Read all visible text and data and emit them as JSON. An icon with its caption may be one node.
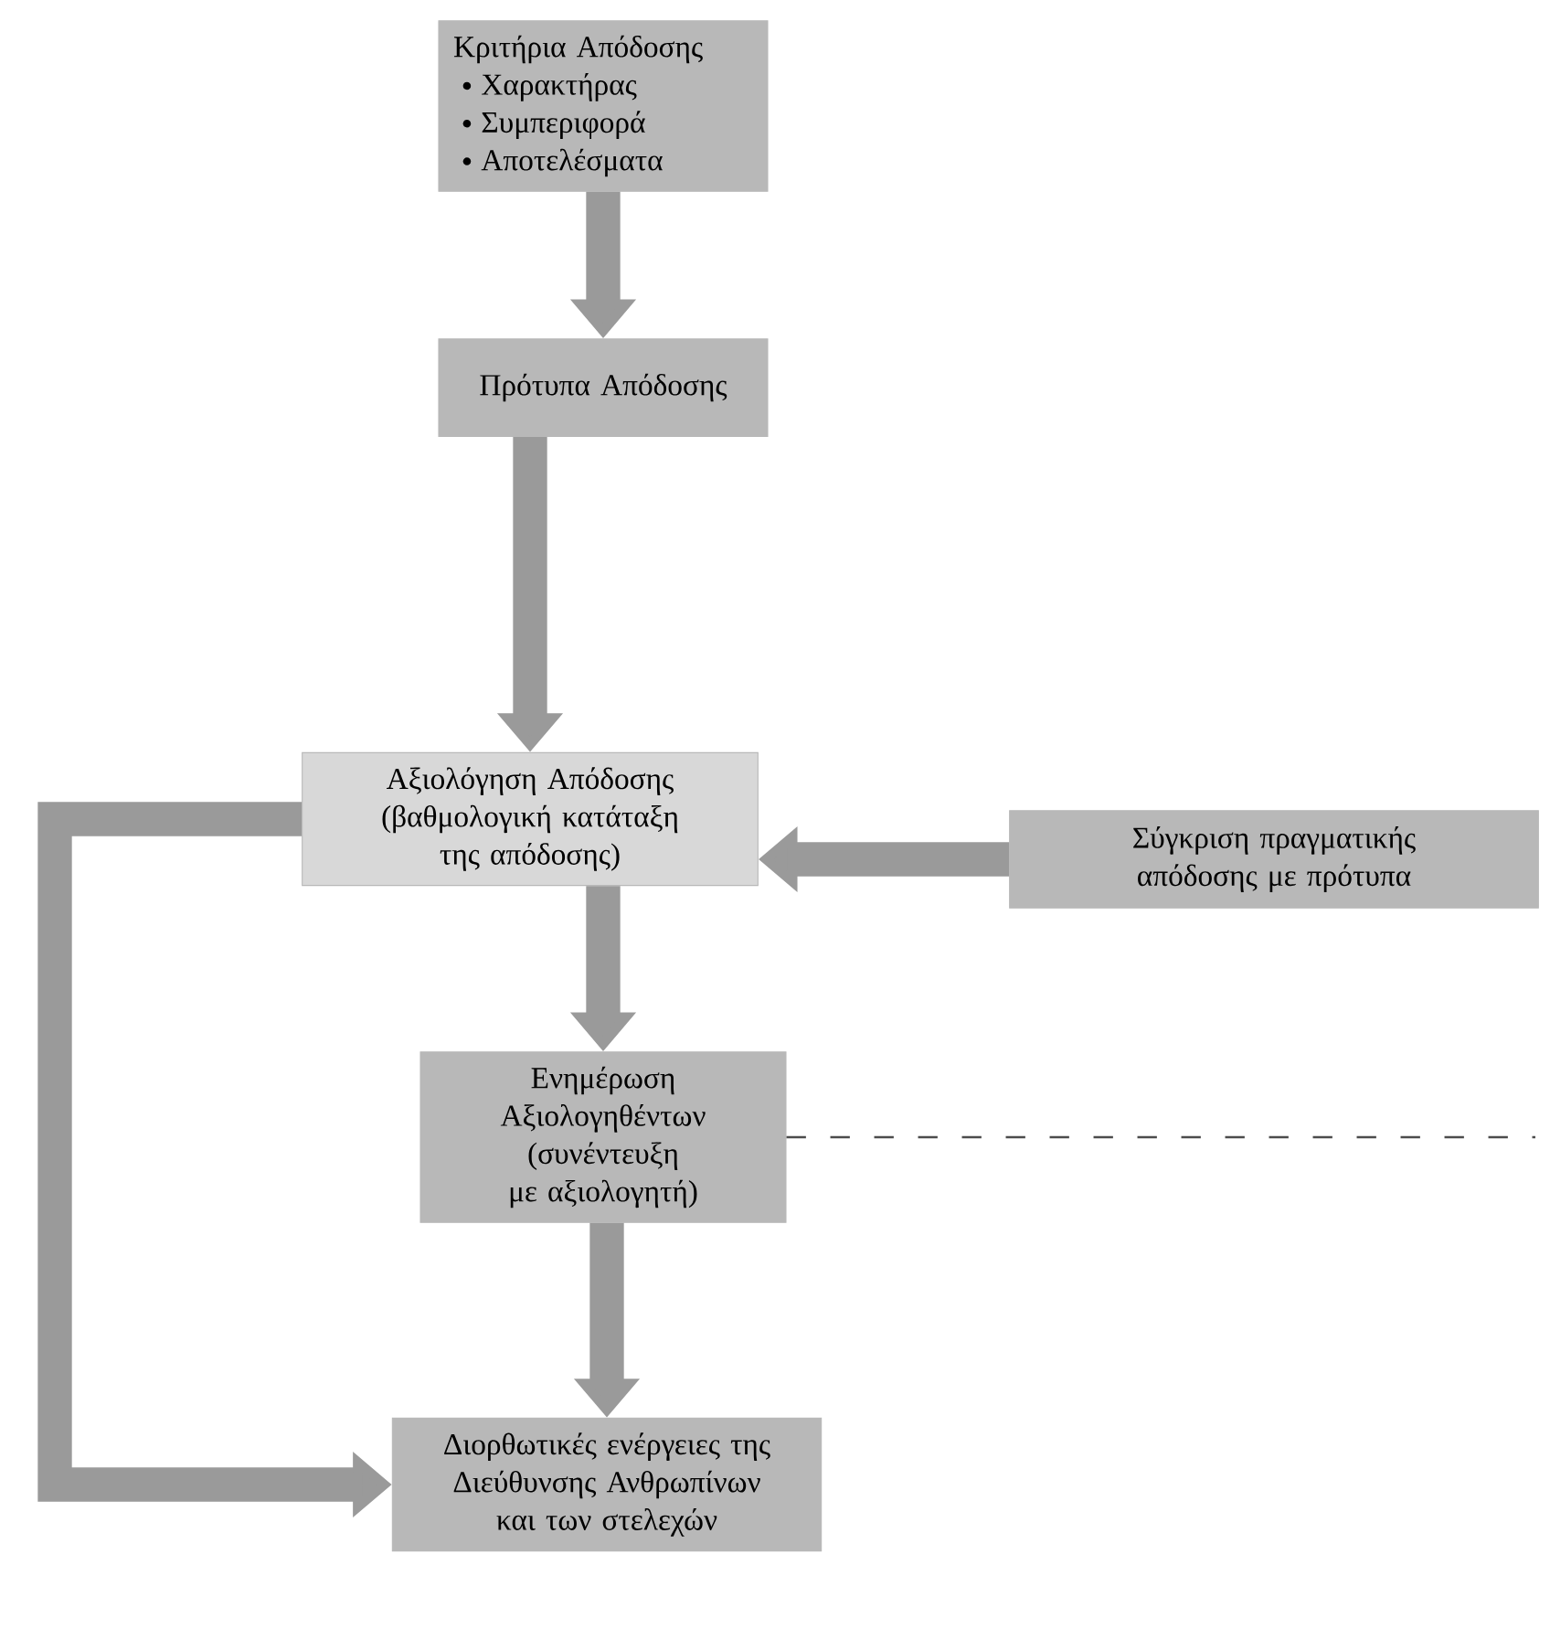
{
  "diagram": {
    "nodes": [
      {
        "text": [
          "Κριτήρια Απόδοσης",
          "Χαρακτήρας",
          "Συμπεριφορά",
          "Αποτελέσματα"
        ]
      },
      {
        "text": [
          "Πρότυπα Απόδοσης"
        ]
      },
      {
        "text": [
          "Αξιολόγηση Απόδοσης (βαθμολογική κατάταξη της απόδοσης)"
        ]
      },
      {
        "text": [
          "Σύγκριση πραγματικής απόδοσης με πρότυπα"
        ]
      },
      {
        "text": [
          "Ενημέρωση Αξιολογηθέντων (συνέντευξη με αξιολογητή)"
        ]
      },
      {
        "text": [
          "Διορθωτικές ενέργειες της Διεύθυνσης Ανθρωπίνων και των στελεχών"
        ]
      }
    ],
    "edges": [
      {
        "from": 0,
        "to": 1,
        "arrow": "to"
      },
      {
        "from": 1,
        "to": 2,
        "arrow": "to"
      },
      {
        "from": 3,
        "to": 2,
        "arrow": "to"
      },
      {
        "from": 2,
        "to": 4,
        "arrow": "to"
      },
      {
        "from": 4,
        "to": 5,
        "arrow": "to"
      },
      {
        "from": 2,
        "to": 5,
        "arrow": "to"
      },
      {
        "from": 4,
        "to": null,
        "arrow": "none",
        "style": "dashed"
      }
    ]
  }
}
